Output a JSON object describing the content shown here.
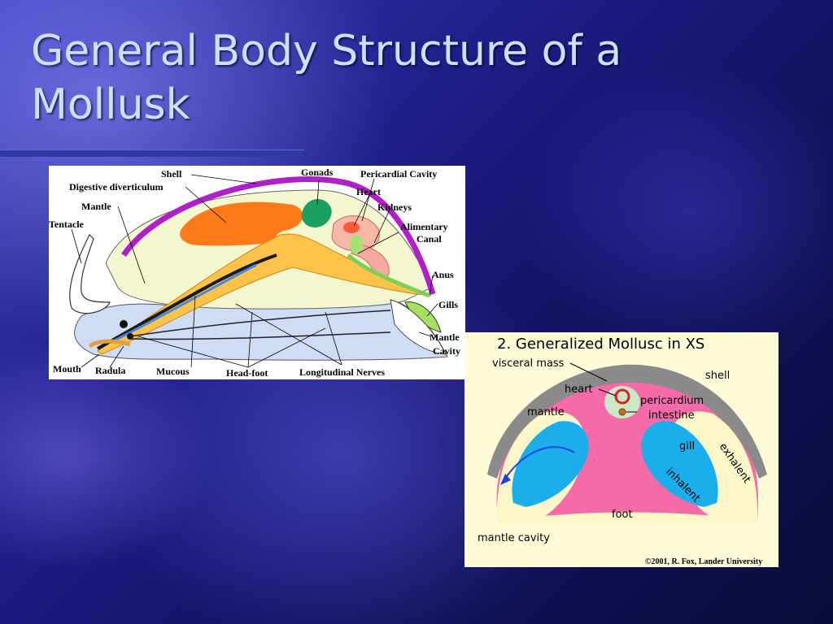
{
  "slide": {
    "title": "General Body Structure of a Mollusk"
  },
  "diagram_side": {
    "labels": {
      "shell": "Shell",
      "gonads": "Gonads",
      "pericardial_cavity": "Pericardial Cavity",
      "digestive_diverticulum": "Digestive diverticulum",
      "heart": "Heart",
      "mantle": "Mantle",
      "kidneys": "Kidneys",
      "tentacle": "Tentacle",
      "alimentary": "Alimentary",
      "canal": "Canal",
      "anus": "Anus",
      "gills": "Gills",
      "mantle_cavity_1": "Mantle",
      "mantle_cavity_2": "Cavity",
      "mouth": "Mouth",
      "radula": "Radula",
      "mucous": "Mucous",
      "head_foot": "Head-foot",
      "longitudinal_nerves": "Longitudinal Nerves"
    }
  },
  "diagram_xs": {
    "title": "2. Generalized Mollusc in XS",
    "labels": {
      "visceral_mass": "visceral mass",
      "shell": "shell",
      "heart": "heart",
      "pericardium": "pericardium",
      "intestine": "intestine",
      "mantle": "mantle",
      "gill": "gill",
      "exhalent": "exhalent",
      "inhalent": "inhalent",
      "foot": "foot",
      "mantle_cavity": "mantle cavity"
    },
    "copyright": "©2001, R. Fox, Lander University"
  }
}
